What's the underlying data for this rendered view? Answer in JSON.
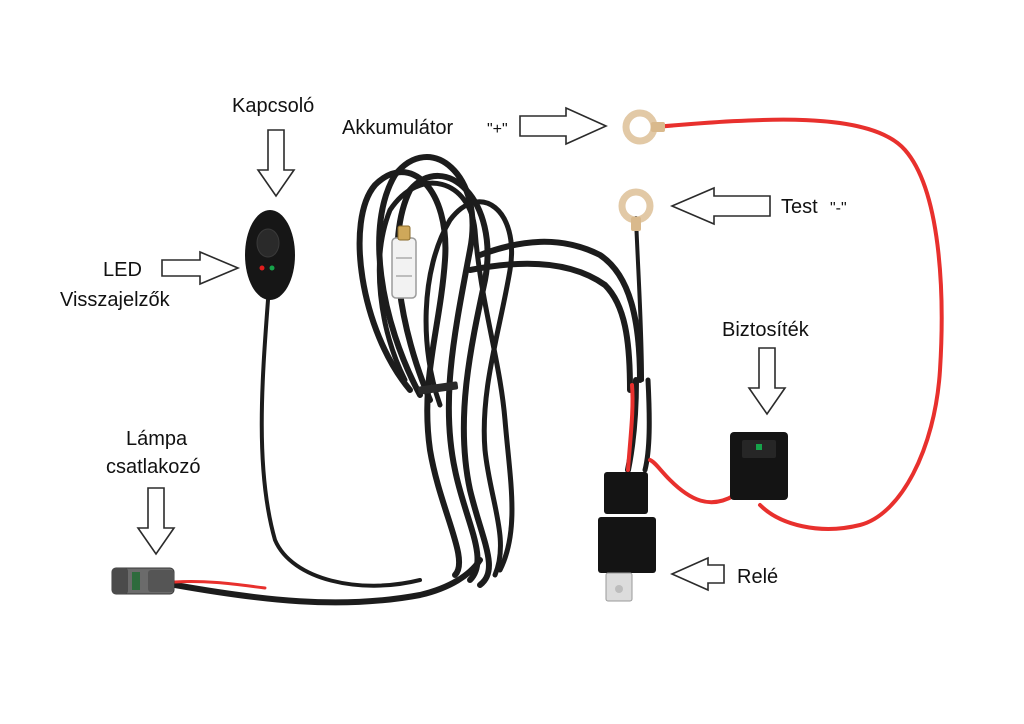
{
  "labels": {
    "switch": "Kapcsoló",
    "battery": "Akkumulátor",
    "battery_sign": "\"+\"",
    "ground": "Test",
    "ground_sign": "\"-\"",
    "led_line1": "LED",
    "led_line2": "Visszajelzők",
    "fuse": "Biztosíték",
    "lamp_line1": "Lámpa",
    "lamp_line2": "csatlakozó",
    "relay": "Relé"
  },
  "colors": {
    "cable_black": "#1c1c1c",
    "wire_red": "#e8302d",
    "ring_terminal": "#e2c9a6",
    "led_red": "#e11d1d",
    "led_green": "#16a34a",
    "background": "#ffffff"
  }
}
